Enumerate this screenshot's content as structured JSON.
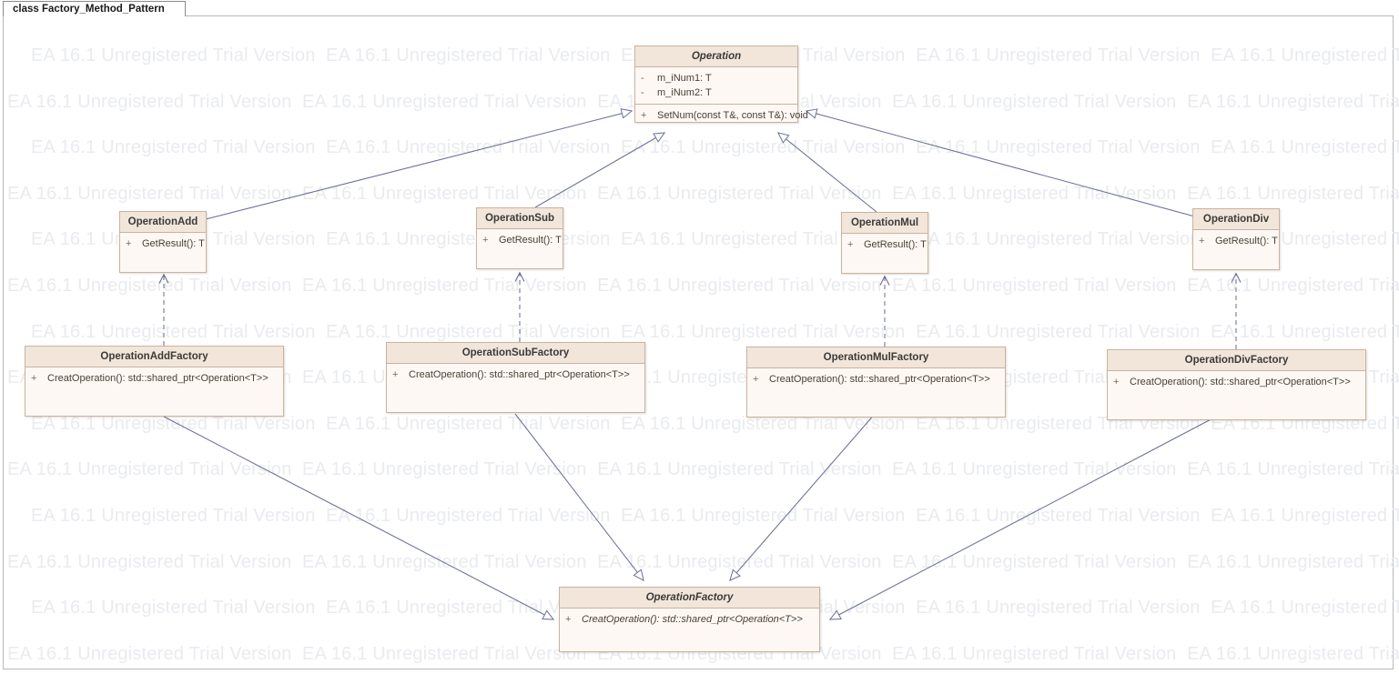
{
  "diagram": {
    "tab_label": "class Factory_Method_Pattern",
    "watermark_text": "EA 16.1 Unregistered Trial Version",
    "colors": {
      "class_header_fill": "#f2e6da",
      "class_body_fill": "#fdf8f3",
      "class_border": "#c9b3a0",
      "connector": "#6b6f96",
      "watermark": "#e9ebef",
      "canvas": "#ffffff"
    }
  },
  "classes": {
    "operation": {
      "name": "Operation",
      "abstract": true,
      "attributes": [
        {
          "visibility": "-",
          "signature": "m_iNum1: T"
        },
        {
          "visibility": "-",
          "signature": "m_iNum2: T"
        }
      ],
      "operations": [
        {
          "visibility": "+",
          "signature": "SetNum(const T&, const T&): void"
        }
      ]
    },
    "operation_add": {
      "name": "OperationAdd",
      "abstract": false,
      "operations": [
        {
          "visibility": "+",
          "signature": "GetResult(): T"
        }
      ]
    },
    "operation_sub": {
      "name": "OperationSub",
      "abstract": false,
      "operations": [
        {
          "visibility": "+",
          "signature": "GetResult(): T"
        }
      ]
    },
    "operation_mul": {
      "name": "OperationMul",
      "abstract": false,
      "operations": [
        {
          "visibility": "+",
          "signature": "GetResult(): T"
        }
      ]
    },
    "operation_div": {
      "name": "OperationDiv",
      "abstract": false,
      "operations": [
        {
          "visibility": "+",
          "signature": "GetResult(): T"
        }
      ]
    },
    "operation_add_factory": {
      "name": "OperationAddFactory",
      "abstract": false,
      "operations": [
        {
          "visibility": "+",
          "signature": "CreatOperation(): std::shared_ptr<Operation<T>>"
        }
      ]
    },
    "operation_sub_factory": {
      "name": "OperationSubFactory",
      "abstract": false,
      "operations": [
        {
          "visibility": "+",
          "signature": "CreatOperation(): std::shared_ptr<Operation<T>>"
        }
      ]
    },
    "operation_mul_factory": {
      "name": "OperationMulFactory",
      "abstract": false,
      "operations": [
        {
          "visibility": "+",
          "signature": "CreatOperation(): std::shared_ptr<Operation<T>>"
        }
      ]
    },
    "operation_div_factory": {
      "name": "OperationDivFactory",
      "abstract": false,
      "operations": [
        {
          "visibility": "+",
          "signature": "CreatOperation(): std::shared_ptr<Operation<T>>"
        }
      ]
    },
    "operation_factory": {
      "name": "OperationFactory",
      "abstract": true,
      "operations": [
        {
          "visibility": "+",
          "signature": "CreatOperation(): std::shared_ptr<Operation<T>>"
        }
      ]
    }
  },
  "relationships": [
    {
      "type": "generalization",
      "from": "OperationAdd",
      "to": "Operation"
    },
    {
      "type": "generalization",
      "from": "OperationSub",
      "to": "Operation"
    },
    {
      "type": "generalization",
      "from": "OperationMul",
      "to": "Operation"
    },
    {
      "type": "generalization",
      "from": "OperationDiv",
      "to": "Operation"
    },
    {
      "type": "dependency",
      "from": "OperationAddFactory",
      "to": "OperationAdd"
    },
    {
      "type": "dependency",
      "from": "OperationSubFactory",
      "to": "OperationSub"
    },
    {
      "type": "dependency",
      "from": "OperationMulFactory",
      "to": "OperationMul"
    },
    {
      "type": "dependency",
      "from": "OperationDivFactory",
      "to": "OperationDiv"
    },
    {
      "type": "generalization",
      "from": "OperationAddFactory",
      "to": "OperationFactory"
    },
    {
      "type": "generalization",
      "from": "OperationSubFactory",
      "to": "OperationFactory"
    },
    {
      "type": "generalization",
      "from": "OperationMulFactory",
      "to": "OperationFactory"
    },
    {
      "type": "generalization",
      "from": "OperationDivFactory",
      "to": "OperationFactory"
    }
  ]
}
